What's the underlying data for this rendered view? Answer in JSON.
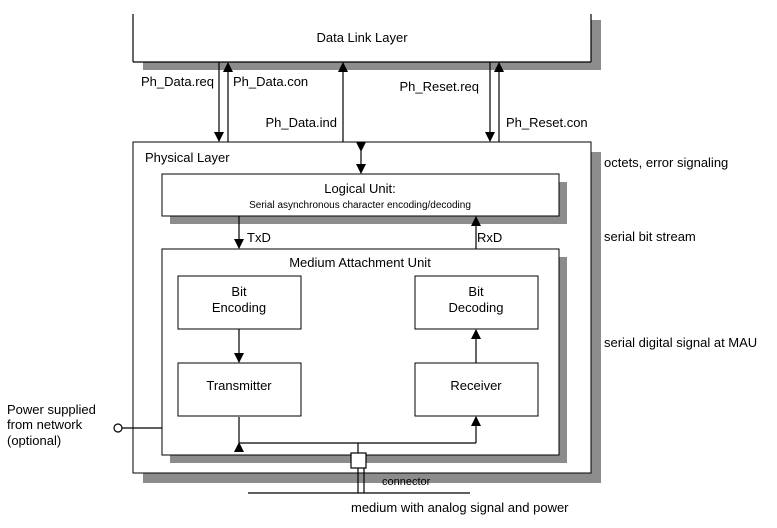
{
  "data_link_layer": {
    "title": "Data Link Layer"
  },
  "primitives": {
    "ph_data_req": "Ph_Data.req",
    "ph_data_con": "Ph_Data.con",
    "ph_data_ind": "Ph_Data.ind",
    "ph_reset_req": "Ph_Reset.req",
    "ph_reset_con": "Ph_Reset.con"
  },
  "physical_layer": {
    "title": "Physical Layer"
  },
  "logical_unit": {
    "title": "Logical Unit:",
    "subtitle": "Serial asynchronous character encoding/decoding"
  },
  "signals": {
    "txd": "TxD",
    "rxd": "RxD"
  },
  "mau": {
    "title": "Medium Attachment Unit",
    "bit_encoding": [
      "Bit",
      "Encoding"
    ],
    "bit_decoding": [
      "Bit",
      "Decoding"
    ],
    "transmitter": "Transmitter",
    "receiver": "Receiver"
  },
  "right_labels": {
    "octets": "octets, error signaling",
    "serial_bit_stream": "serial bit stream",
    "serial_digital": "serial digital signal at MAU"
  },
  "power": {
    "lines": [
      "Power supplied",
      "from network",
      "(optional)"
    ]
  },
  "connector_label": "connector",
  "medium_label": "medium with analog signal and power"
}
